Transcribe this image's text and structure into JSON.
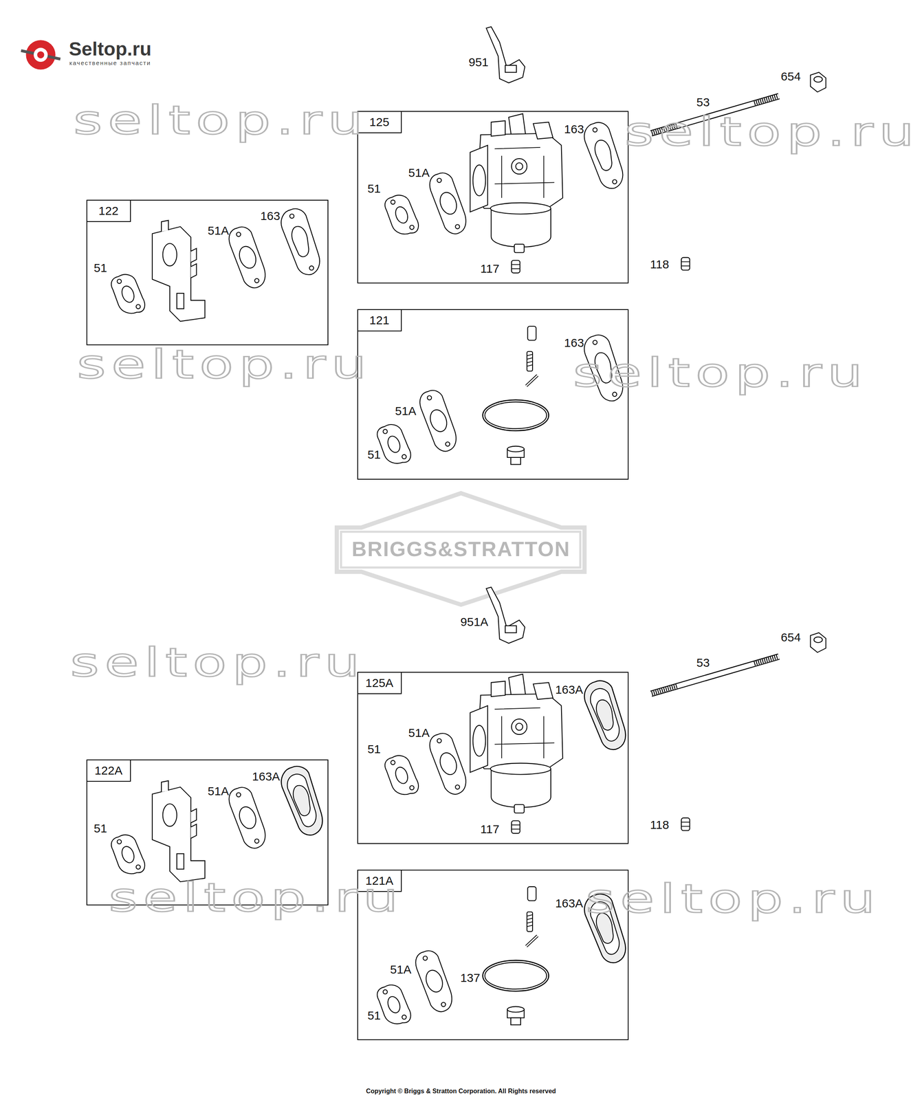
{
  "diagram": {
    "nodes": [
      {
        "text": [
          "125",
          "163",
          "51A",
          "51",
          "117"
        ]
      },
      {
        "text": [
          "122",
          "163",
          "51A",
          "51"
        ]
      },
      {
        "text": [
          "121",
          "163",
          "51A",
          "51"
        ]
      },
      {
        "text": [
          "125A",
          "163A",
          "51A",
          "51",
          "117"
        ]
      },
      {
        "text": [
          "122A",
          "163A",
          "51A",
          "51"
        ]
      },
      {
        "text": [
          "121A",
          "163A",
          "51A",
          "137",
          "51"
        ]
      }
    ],
    "labels": [
      "Seltop.ru",
      "качественные запчасти",
      "951",
      "654",
      "53",
      "118",
      "seltop.ru",
      "seltop.ru",
      "seltop.ru",
      "seltop.ru",
      "BRIGGS&STRATTON",
      "951A",
      "654",
      "53",
      "118",
      "seltop.ru",
      "seltop.ru",
      "seltop.ru",
      "Copyright © Briggs & Stratton Corporation. All Rights reserved"
    ]
  }
}
